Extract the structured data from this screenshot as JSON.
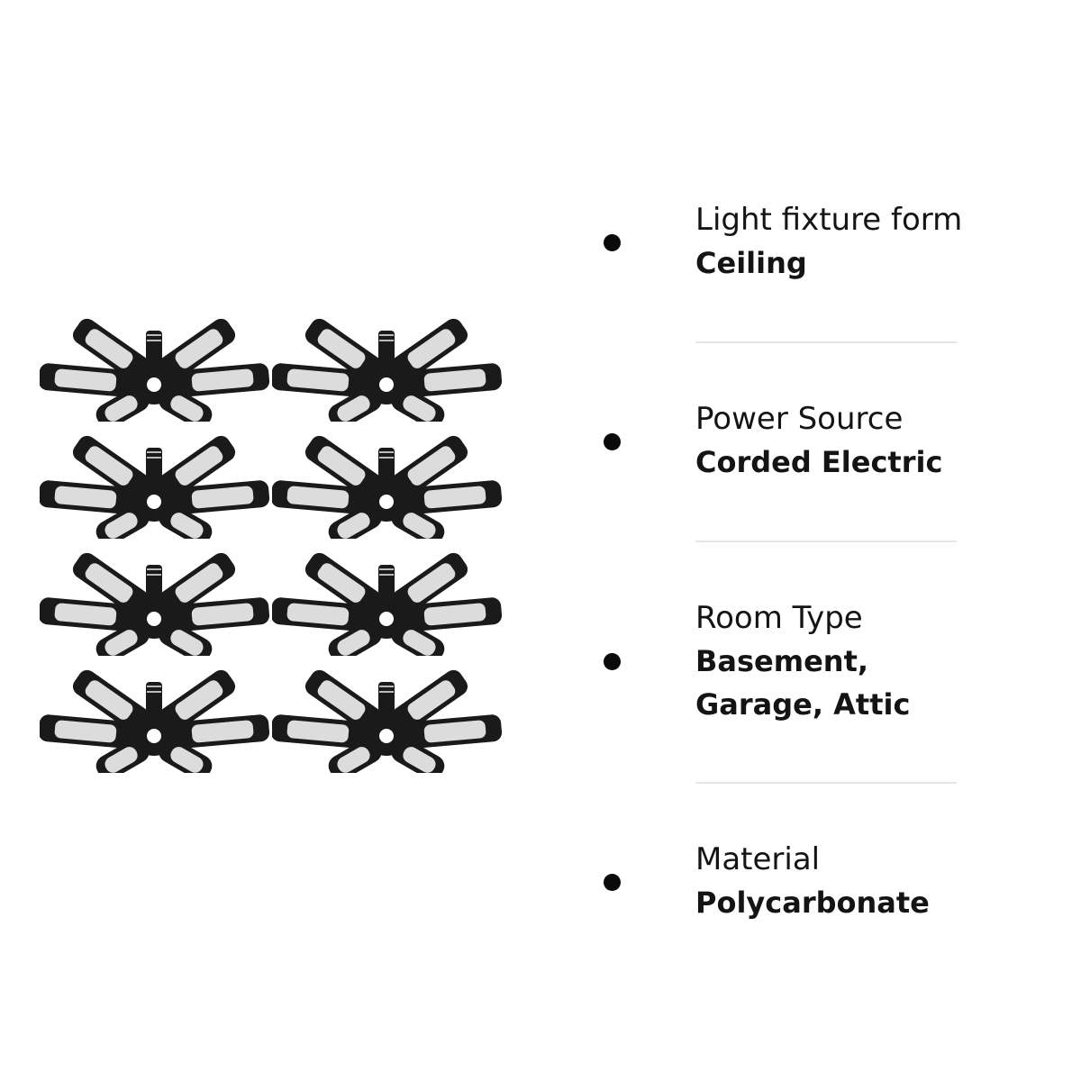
{
  "specs": [
    {
      "label": "Light fixture form",
      "value": "Ceiling"
    },
    {
      "label": "Power Source",
      "value": "Corded Electric"
    },
    {
      "label": "Room Type",
      "value": "Basement, Garage, Attic"
    },
    {
      "label": "Material",
      "value": "Polycarbonate"
    }
  ],
  "product_image": {
    "icon": "deformable-led-garage-light-icon",
    "count": 8,
    "colors": {
      "body": "#1a1a1a",
      "glow": "#ffffff"
    }
  },
  "colors": {
    "text": "#141414",
    "bullet": "#0a0a0a",
    "divider": "#e6e6e6",
    "background": "#ffffff"
  }
}
